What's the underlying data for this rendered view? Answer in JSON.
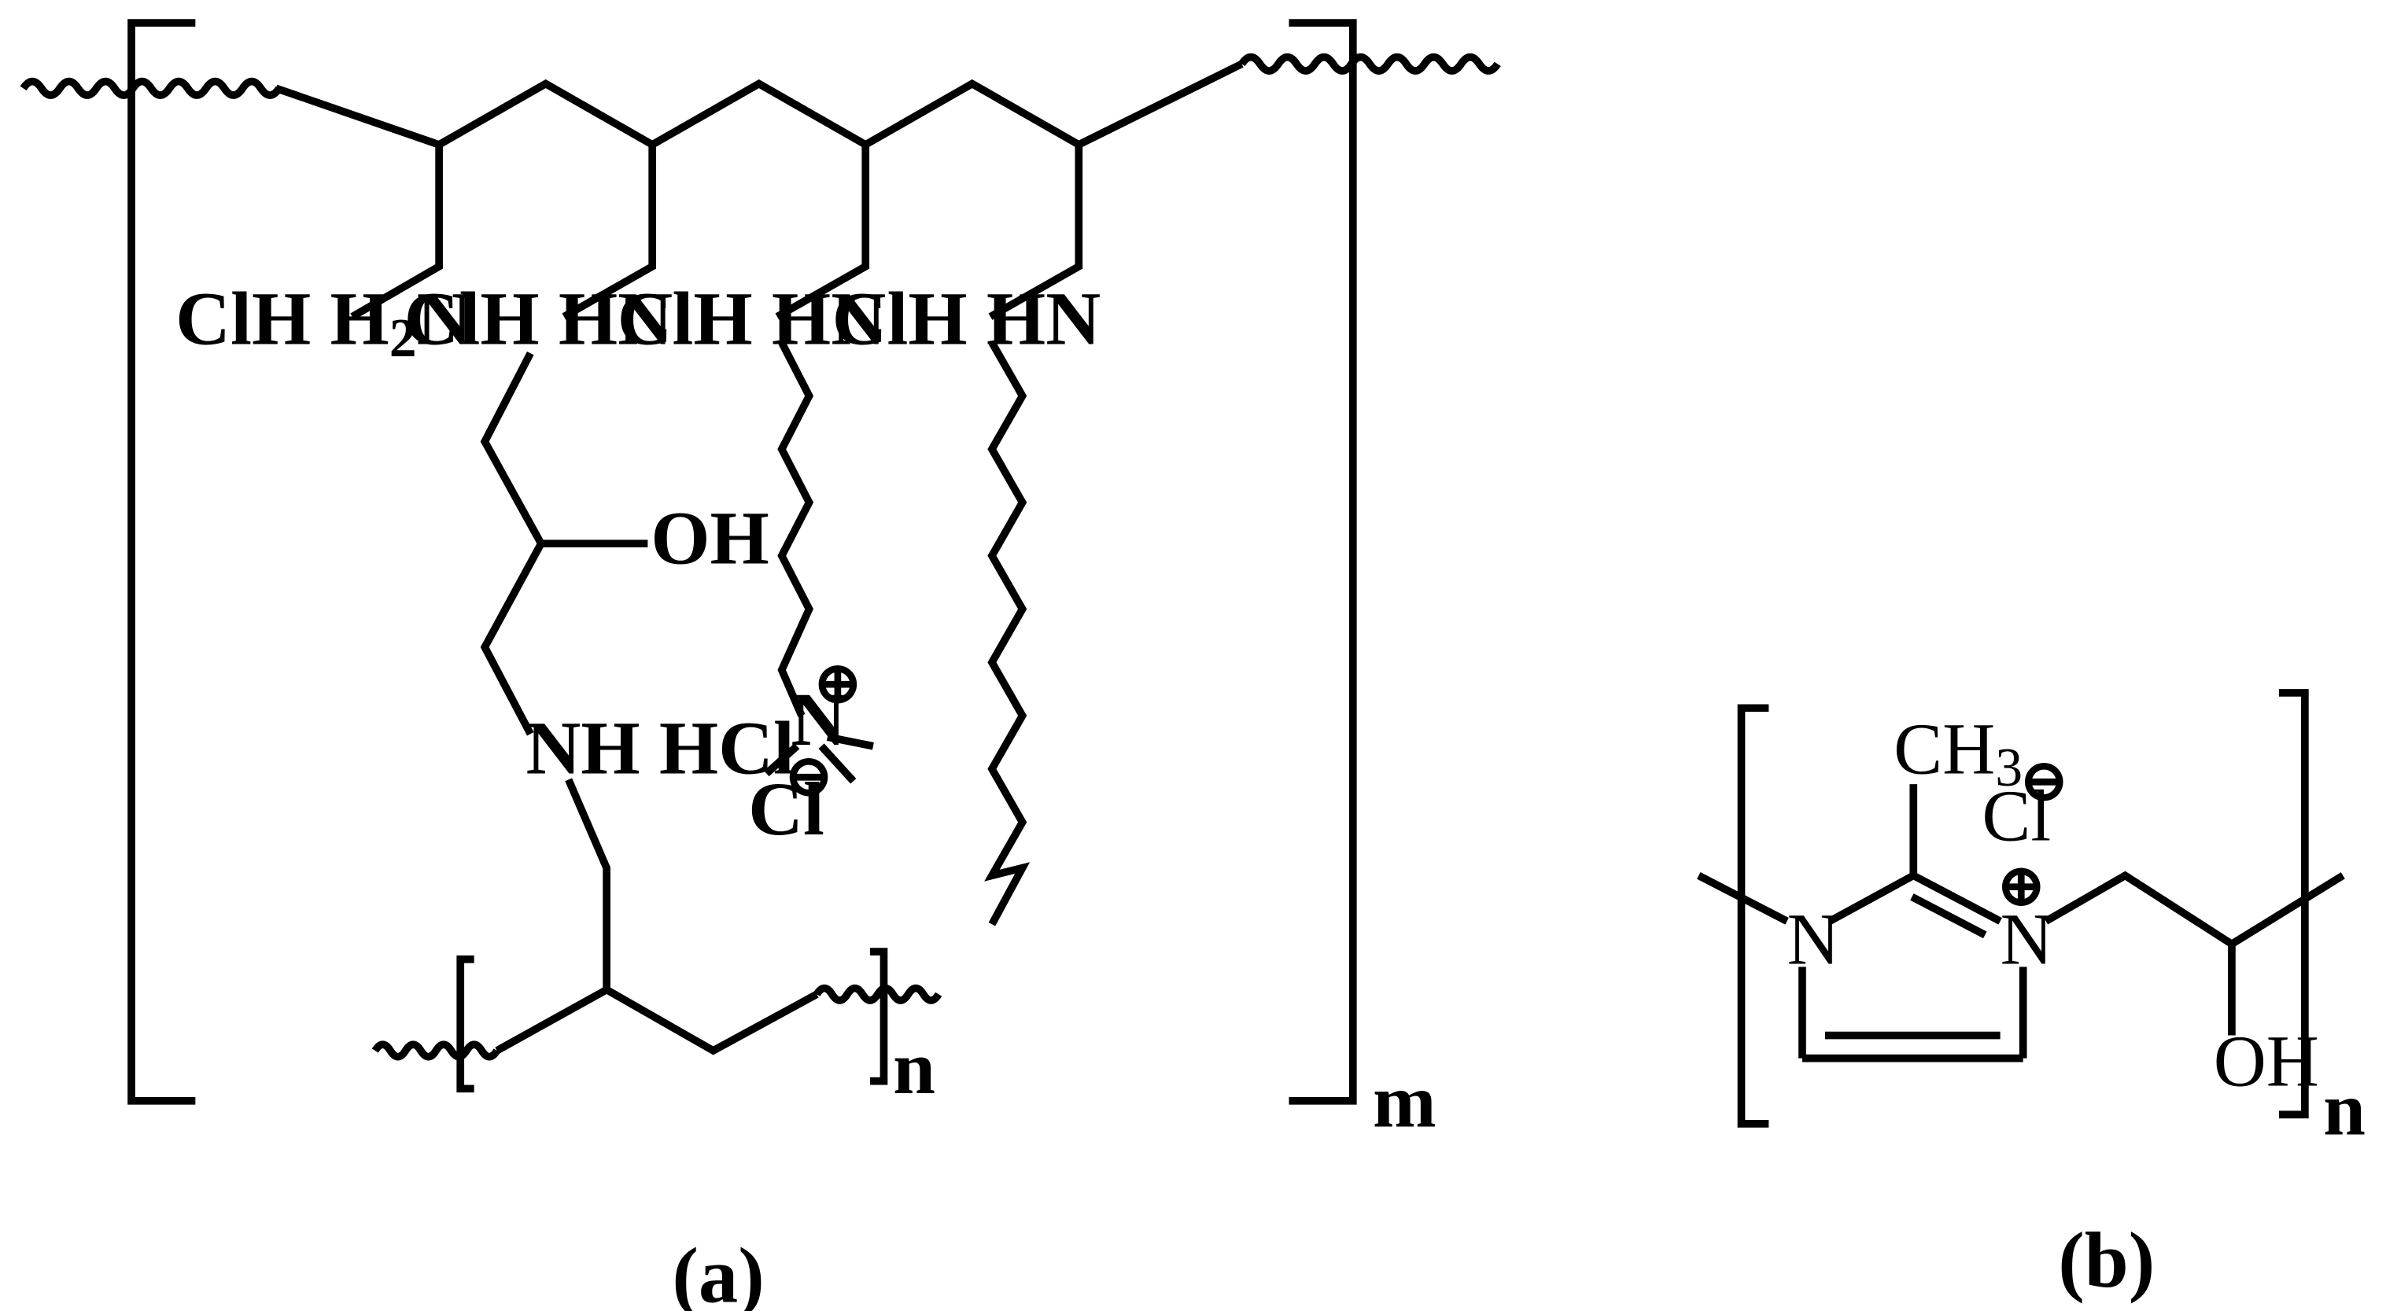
{
  "panel_a": {
    "label": "(a)",
    "repeat_outer": "m",
    "repeat_inner": "n",
    "groups": {
      "g1": "ClH H",
      "g1_sub": "2",
      "g1_tail": "N",
      "g2": "ClH HN",
      "g3": "ClH HN",
      "g4": "ClH HN",
      "oh": "OH",
      "nh_hcl": "NH HCl",
      "n_plus": "N",
      "plus": "⊕",
      "cl_minus": "Cl",
      "minus": "⊖"
    }
  },
  "panel_b": {
    "label": "(b)",
    "repeat": "n",
    "groups": {
      "ch3": "CH",
      "ch3_sub": "3",
      "cl": "Cl",
      "minus": "⊖",
      "n1": "N",
      "n3": "N",
      "plus": "⊕",
      "oh": "OH"
    }
  }
}
